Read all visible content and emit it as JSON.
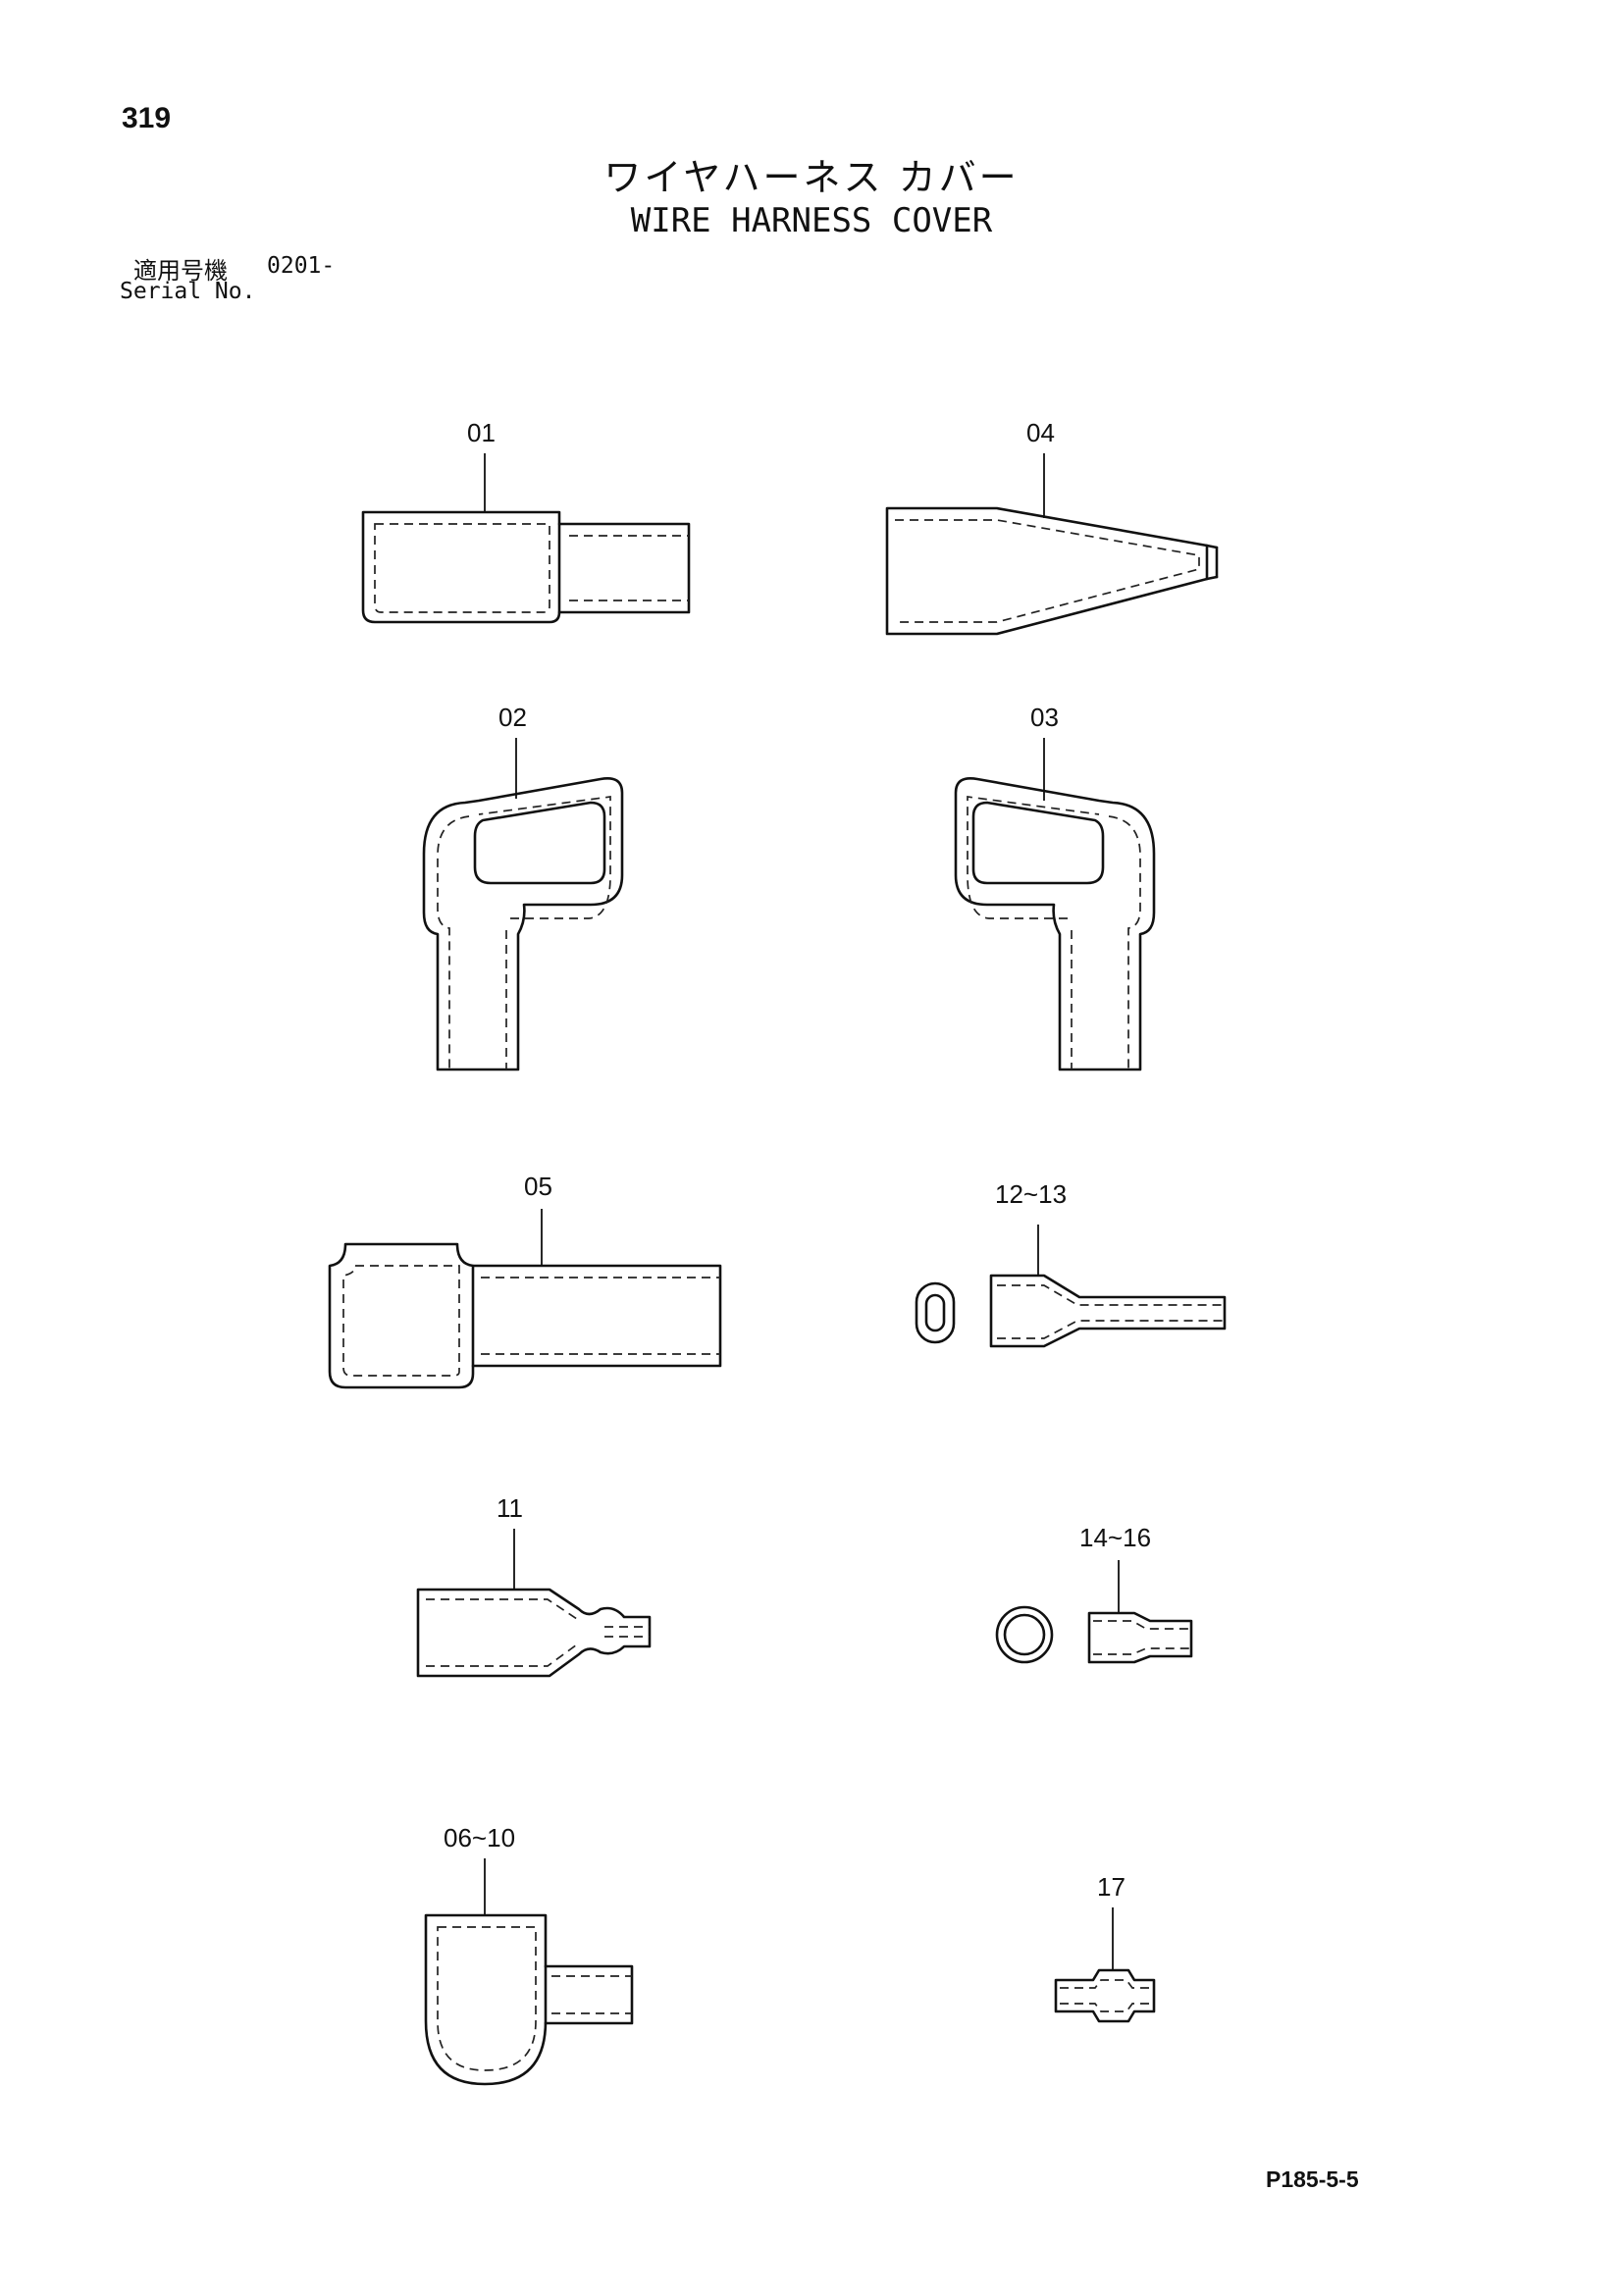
{
  "header": {
    "page_number": "319",
    "title_ja": "ワイヤハーネス カバー",
    "title_en": "WIRE HARNESS COVER",
    "serial_label_ja": "適用号機",
    "serial_value": "0201-",
    "serial_label_en": "Serial No."
  },
  "parts": {
    "p01": "01",
    "p02": "02",
    "p03": "03",
    "p04": "04",
    "p05": "05",
    "p06_10": "06~10",
    "p11": "11",
    "p12_13": "12~13",
    "p14_16": "14~16",
    "p17": "17"
  },
  "footer": {
    "code": "P185-5-5"
  }
}
